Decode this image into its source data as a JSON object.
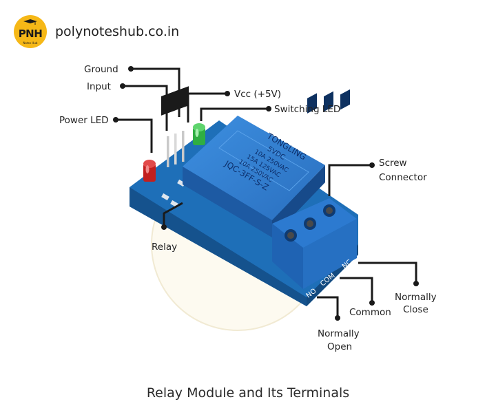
{
  "brand": {
    "logo_text": "PNH",
    "logo_subtext": "Notes Hub",
    "name": "polynoteshub.co.in"
  },
  "caption": "Relay Module and Its Terminals",
  "labels": {
    "ground": "Ground",
    "input": "Input",
    "vcc": "Vcc (+5V)",
    "switching_led": "Switching LED",
    "power_led": "Power LED",
    "screw_connector_1": "Screw",
    "screw_connector_2": "Connector",
    "relay": "Relay",
    "normally_close_1": "Normally",
    "normally_close_2": "Close",
    "common": "Common",
    "normally_open_1": "Normally",
    "normally_open_2": "Open"
  },
  "relay_markings": {
    "brand": "TONGLING",
    "voltage": "5VDC",
    "rating1": "10A 250VAC",
    "rating2": "15A 125VAC",
    "rating3": "10A 250VAC",
    "model": "JQC-3FF-S-Z"
  },
  "terminal_silkscreen": {
    "no": "NO",
    "com": "COM",
    "nc": "NC"
  },
  "colors": {
    "pcb": "#1e6fb8",
    "relay": "#2f7fd0",
    "power_led": "#d62a2a",
    "switch_led": "#34c24a",
    "logo": "#f6b817"
  }
}
